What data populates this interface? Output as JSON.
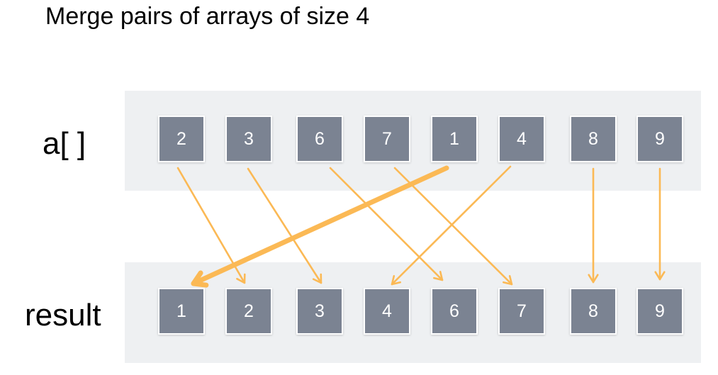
{
  "title": "Merge pairs of arrays of size 4",
  "rows": {
    "input_label": "a[ ]",
    "output_label": "result"
  },
  "input_array": [
    "2",
    "3",
    "6",
    "7",
    "1",
    "4",
    "8",
    "9"
  ],
  "result_array": [
    "1",
    "2",
    "3",
    "4",
    "6",
    "7",
    "8",
    "9"
  ],
  "moves": [
    {
      "from_index": 0,
      "to_index": 1,
      "highlighted": false
    },
    {
      "from_index": 1,
      "to_index": 2,
      "highlighted": false
    },
    {
      "from_index": 2,
      "to_index": 4,
      "highlighted": false
    },
    {
      "from_index": 3,
      "to_index": 5,
      "highlighted": false
    },
    {
      "from_index": 4,
      "to_index": 0,
      "highlighted": true
    },
    {
      "from_index": 5,
      "to_index": 3,
      "highlighted": false
    },
    {
      "from_index": 6,
      "to_index": 6,
      "highlighted": false
    },
    {
      "from_index": 7,
      "to_index": 7,
      "highlighted": false
    }
  ],
  "colors": {
    "cell_fill": "#7b8392",
    "band_fill": "#eef0f2",
    "arrow": "#fbb955"
  }
}
